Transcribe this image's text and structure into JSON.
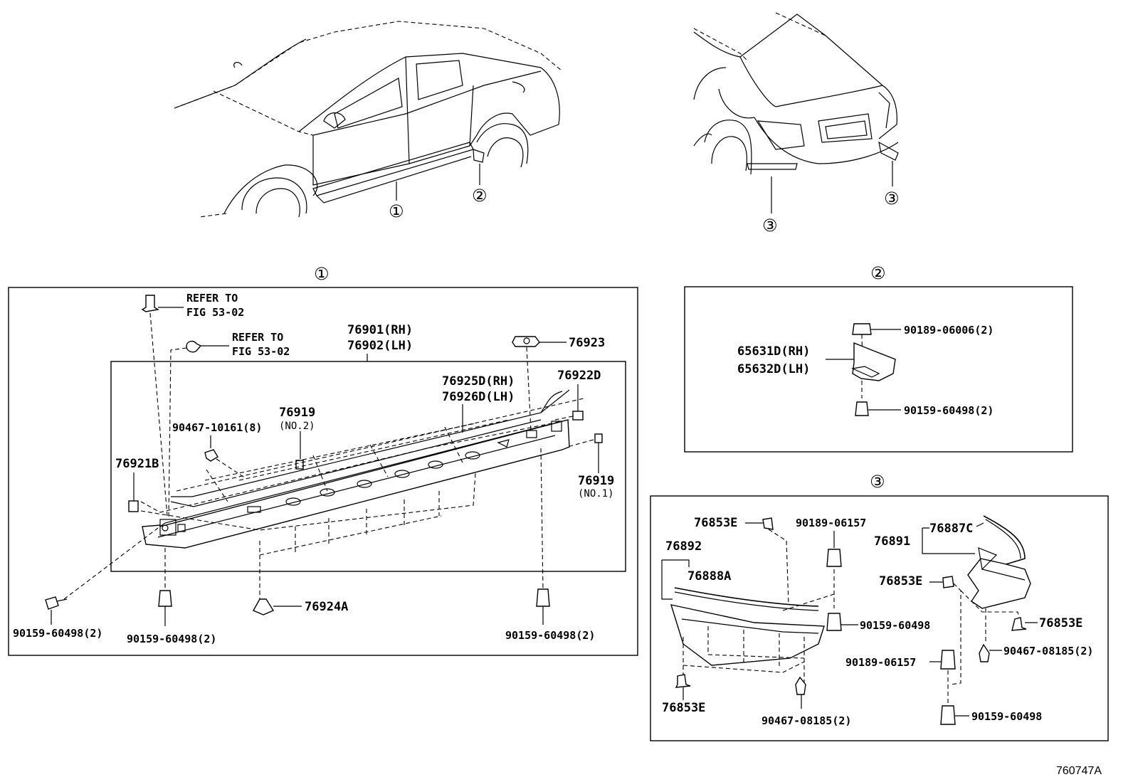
{
  "callouts": {
    "c1": "①",
    "c2": "②",
    "c3": "③"
  },
  "section1": {
    "refer1_line1": "REFER TO",
    "refer1_line2": "FIG 53-02",
    "refer2_line1": "REFER TO",
    "refer2_line2": "FIG 53-02",
    "p76901": "76901(RH)",
    "p76902": "76902(LH)",
    "p76923": "76923",
    "p76925": "76925D(RH)",
    "p76926": "76926D(LH)",
    "p76922": "76922D",
    "p76919a": "76919",
    "p76919a_sub": "(NO.2)",
    "p90467": "90467-10161(8)",
    "p76921": "76921B",
    "p76919b": "76919",
    "p76919b_sub": "(NO.1)",
    "p90159_left": "90159-60498(2)",
    "p90159_bottom": "90159-60498(2)",
    "p76924": "76924A",
    "p90159_right": "90159-60498(2)"
  },
  "section2": {
    "p90189": "90189-06006(2)",
    "p65631": "65631D(RH)",
    "p65632": "65632D(LH)",
    "p90159": "90159-60498(2)"
  },
  "section3": {
    "p76853_top": "76853E",
    "p90189_top": "90189-06157",
    "p76887": "76887C",
    "p76891": "76891",
    "p76892": "76892",
    "p76888": "76888A",
    "p76853_mid": "76853E",
    "p90159_mid": "90159-60498",
    "p76853_right": "76853E",
    "p90467_right": "90467-08185(2)",
    "p90189_bottom": "90189-06157",
    "p76853_bottom": "76853E",
    "p90467_bottom": "90467-08185(2)",
    "p90159_bottom": "90159-60498"
  },
  "figure_code": "760747A"
}
